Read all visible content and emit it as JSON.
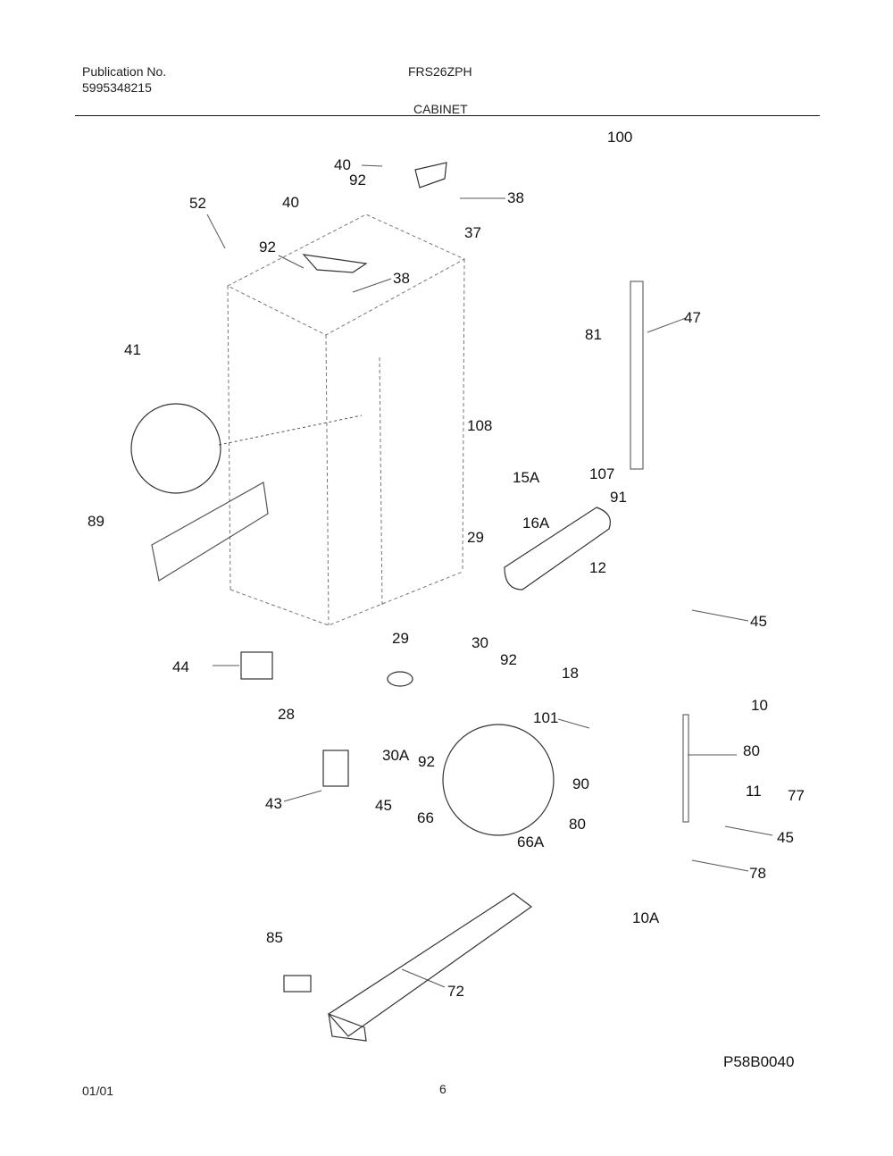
{
  "header": {
    "publication_label": "Publication No.",
    "publication_number": "5995348215",
    "model": "FRS26ZPH",
    "section": "CABINET"
  },
  "diagram_code": "P58B0040",
  "footer": {
    "date": "01/01",
    "page": "6"
  },
  "callouts": [
    {
      "id": "c100",
      "text": "100"
    },
    {
      "id": "c40a",
      "text": "40"
    },
    {
      "id": "c92a",
      "text": "92"
    },
    {
      "id": "c38a",
      "text": "38"
    },
    {
      "id": "c37",
      "text": "37"
    },
    {
      "id": "c52",
      "text": "52"
    },
    {
      "id": "c40b",
      "text": "40"
    },
    {
      "id": "c92b",
      "text": "92"
    },
    {
      "id": "c38b",
      "text": "38"
    },
    {
      "id": "c47",
      "text": "47"
    },
    {
      "id": "c81",
      "text": "81"
    },
    {
      "id": "c41",
      "text": "41"
    },
    {
      "id": "c108",
      "text": "108"
    },
    {
      "id": "c15A",
      "text": "15A"
    },
    {
      "id": "c107",
      "text": "107"
    },
    {
      "id": "c91",
      "text": "91"
    },
    {
      "id": "c16A",
      "text": "16A"
    },
    {
      "id": "c89",
      "text": "89"
    },
    {
      "id": "c29a",
      "text": "29"
    },
    {
      "id": "c12",
      "text": "12"
    },
    {
      "id": "c45a",
      "text": "45"
    },
    {
      "id": "c29b",
      "text": "29"
    },
    {
      "id": "c30",
      "text": "30"
    },
    {
      "id": "c92c",
      "text": "92"
    },
    {
      "id": "c44",
      "text": "44"
    },
    {
      "id": "c18",
      "text": "18"
    },
    {
      "id": "c10",
      "text": "10"
    },
    {
      "id": "c28",
      "text": "28"
    },
    {
      "id": "c101",
      "text": "101"
    },
    {
      "id": "c80a",
      "text": "80"
    },
    {
      "id": "c30A",
      "text": "30A"
    },
    {
      "id": "c92d",
      "text": "92"
    },
    {
      "id": "c90",
      "text": "90"
    },
    {
      "id": "c11",
      "text": "11"
    },
    {
      "id": "c77",
      "text": "77"
    },
    {
      "id": "c43",
      "text": "43"
    },
    {
      "id": "c45b",
      "text": "45"
    },
    {
      "id": "c66",
      "text": "66"
    },
    {
      "id": "c80b",
      "text": "80"
    },
    {
      "id": "c45c",
      "text": "45"
    },
    {
      "id": "c66A",
      "text": "66A"
    },
    {
      "id": "c78",
      "text": "78"
    },
    {
      "id": "c10A",
      "text": "10A"
    },
    {
      "id": "c85",
      "text": "85"
    },
    {
      "id": "c72",
      "text": "72"
    }
  ]
}
